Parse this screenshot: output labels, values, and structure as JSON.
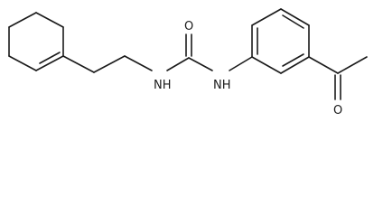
{
  "structure": {
    "atom_labels": {
      "carbonyl_oxygen": "O",
      "amide_nh_left": "NH",
      "amide_nh_right": "NH",
      "ketone_oxygen": "O"
    }
  }
}
